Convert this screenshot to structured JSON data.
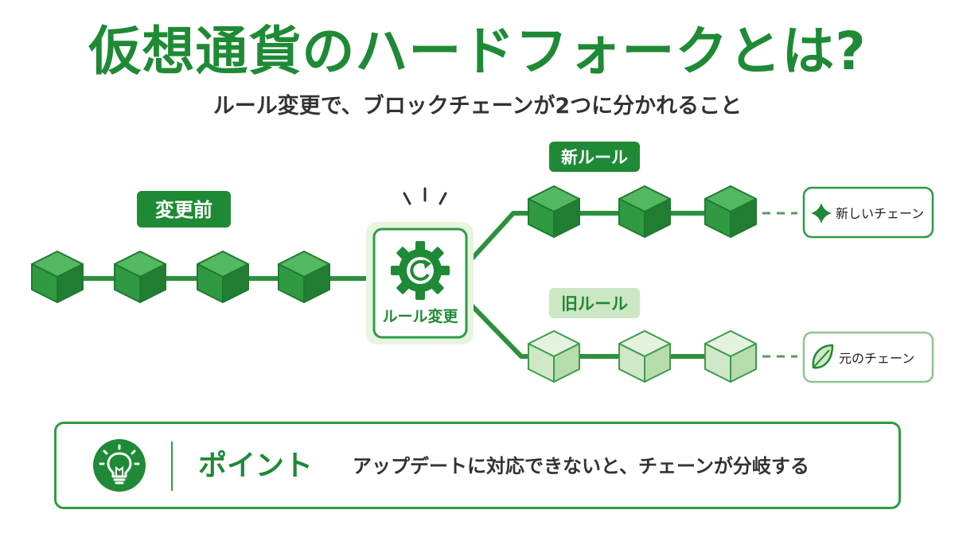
{
  "title": "仮想通貨のハードフォークとは?",
  "subtitle": "ルール変更で、ブロックチェーンが2つに分かれること",
  "labels": {
    "before": "変更前",
    "rule_change": "ルール変更",
    "new_rule": "新ルール",
    "old_rule": "旧ルール",
    "new_chain": "新しいチェーン",
    "old_chain": "元のチェーン"
  },
  "point": {
    "heading": "ポイント",
    "text": "アップデートに対応できないと、チェーンが分岐する"
  },
  "colors": {
    "brand_green": "#1f8a35",
    "block_green": "#3aa64c",
    "light_green": "#cfe8c8",
    "pale_green": "#eaf6e4"
  },
  "icons": {
    "gear": "gear-refresh-icon",
    "sparkle": "sparkle-icon",
    "leaf": "leaf-icon",
    "bulb": "lightbulb-icon"
  }
}
